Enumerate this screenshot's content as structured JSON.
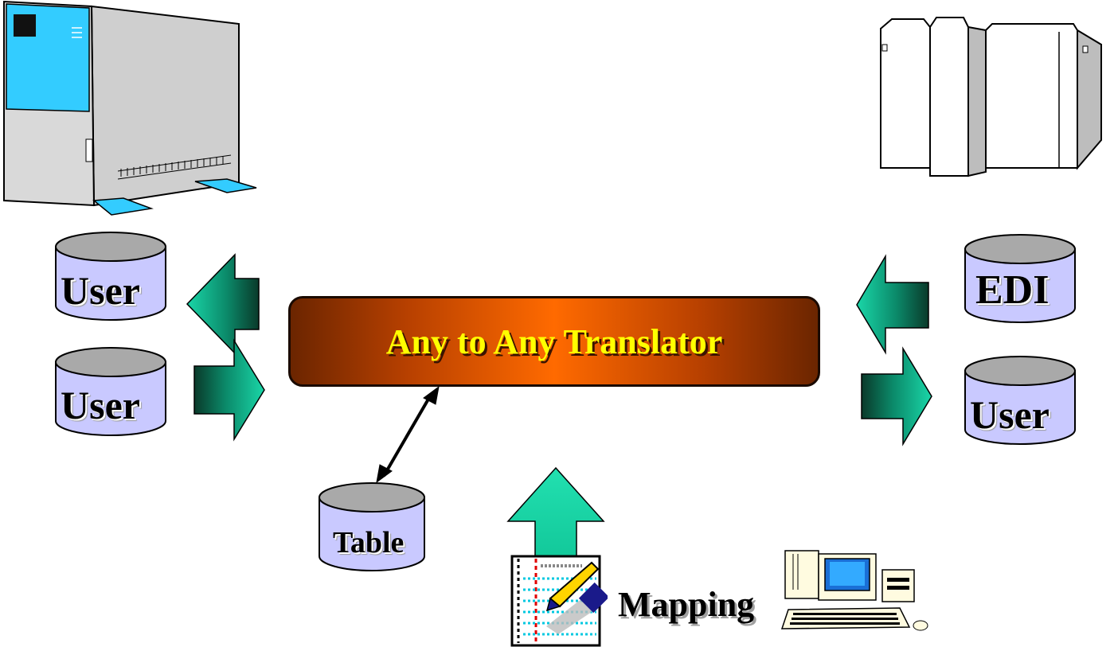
{
  "translator": {
    "label": "Any to Any Translator"
  },
  "databases": {
    "left_top": "User",
    "left_bottom": "User",
    "right_top": "EDI",
    "right_bottom": "User",
    "table": "Table"
  },
  "mapping": {
    "label": "Mapping"
  },
  "icons": {
    "left_server": "server-tower-icon",
    "right_server": "mainframe-icon",
    "mapping_doc": "mapping-document-icon",
    "workstation": "desktop-computer-icon"
  },
  "colors": {
    "arrow_teal": "#0b8a6a",
    "cylinder_fill": "#c9c9ff",
    "cylinder_top": "#a9a9a9",
    "translator_center": "#ff6a00",
    "translator_text": "#ffff00",
    "server_blue": "#33ccff"
  }
}
